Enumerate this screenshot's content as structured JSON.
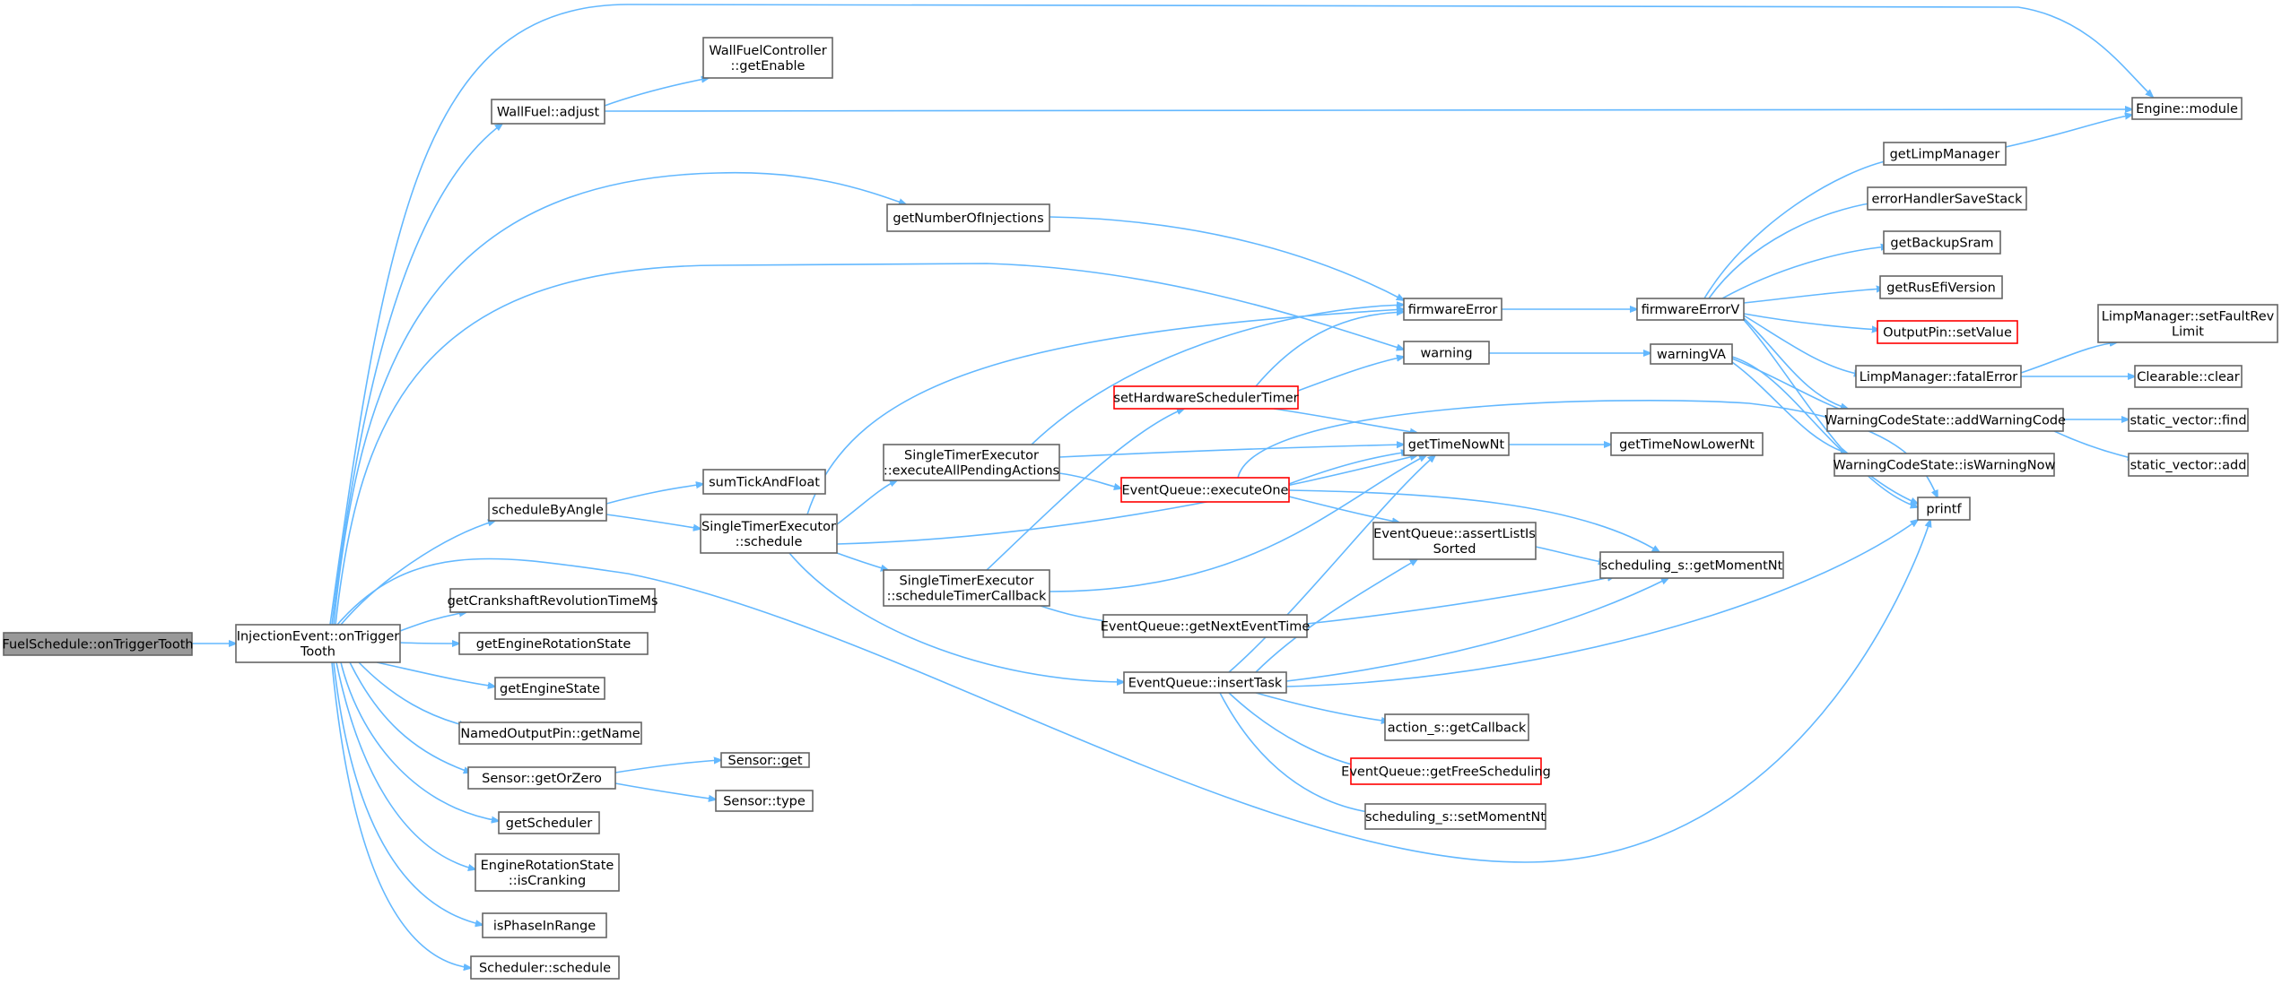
{
  "colors": {
    "edge": "#63b8ff",
    "node_border": "#666666",
    "node_border_truncated": "#ff0000",
    "root_fill": "#999999"
  },
  "nodes": [
    {
      "id": "root",
      "lines": [
        "FuelSchedule::onTriggerTooth"
      ],
      "style": "root"
    },
    {
      "id": "inj",
      "lines": [
        "InjectionEvent::onTrigger",
        "Tooth"
      ]
    },
    {
      "id": "engmod",
      "lines": [
        "Engine::module"
      ]
    },
    {
      "id": "wfadj",
      "lines": [
        "WallFuel::adjust"
      ]
    },
    {
      "id": "wfce",
      "lines": [
        "WallFuelController",
        "::getEnable"
      ]
    },
    {
      "id": "gnoi",
      "lines": [
        "getNumberOfInjections"
      ]
    },
    {
      "id": "fwerr",
      "lines": [
        "firmwareError"
      ]
    },
    {
      "id": "warning",
      "lines": [
        "warning"
      ]
    },
    {
      "id": "sba",
      "lines": [
        "scheduleByAngle"
      ]
    },
    {
      "id": "stf",
      "lines": [
        "sumTickAndFloat"
      ]
    },
    {
      "id": "stes",
      "lines": [
        "SingleTimerExecutor",
        "::schedule"
      ]
    },
    {
      "id": "steeap",
      "lines": [
        "SingleTimerExecutor",
        "::executeAllPendingActions"
      ]
    },
    {
      "id": "stestc",
      "lines": [
        "SingleTimerExecutor",
        "::scheduleTimerCallback"
      ]
    },
    {
      "id": "shst",
      "lines": [
        "setHardwareSchedulerTimer"
      ],
      "style": "red"
    },
    {
      "id": "eqeo",
      "lines": [
        "EventQueue::executeOne"
      ],
      "style": "red"
    },
    {
      "id": "gtnn",
      "lines": [
        "getTimeNowNt"
      ]
    },
    {
      "id": "gtnln",
      "lines": [
        "getTimeNowLowerNt"
      ]
    },
    {
      "id": "eqals",
      "lines": [
        "EventQueue::assertListIs",
        "Sorted"
      ]
    },
    {
      "id": "ssgm",
      "lines": [
        "scheduling_s::getMomentNt"
      ]
    },
    {
      "id": "eqgnet",
      "lines": [
        "EventQueue::getNextEventTime"
      ]
    },
    {
      "id": "eqit",
      "lines": [
        "EventQueue::insertTask"
      ]
    },
    {
      "id": "asgc",
      "lines": [
        "action_s::getCallback"
      ]
    },
    {
      "id": "eqgfs",
      "lines": [
        "EventQueue::getFreeScheduling"
      ],
      "style": "red"
    },
    {
      "id": "sssm",
      "lines": [
        "scheduling_s::setMomentNt"
      ]
    },
    {
      "id": "gcrt",
      "lines": [
        "getCrankshaftRevolutionTimeMs"
      ]
    },
    {
      "id": "gers",
      "lines": [
        "getEngineRotationState"
      ]
    },
    {
      "id": "ges",
      "lines": [
        "getEngineState"
      ]
    },
    {
      "id": "nopgn",
      "lines": [
        "NamedOutputPin::getName"
      ]
    },
    {
      "id": "sgoz",
      "lines": [
        "Sensor::getOrZero"
      ]
    },
    {
      "id": "sget",
      "lines": [
        "Sensor::get"
      ]
    },
    {
      "id": "stype",
      "lines": [
        "Sensor::type"
      ]
    },
    {
      "id": "gsch",
      "lines": [
        "getScheduler"
      ]
    },
    {
      "id": "ersic",
      "lines": [
        "EngineRotationState",
        "::isCranking"
      ]
    },
    {
      "id": "ipir",
      "lines": [
        "isPhaseInRange"
      ]
    },
    {
      "id": "ssch",
      "lines": [
        "Scheduler::schedule"
      ]
    },
    {
      "id": "fwerrv",
      "lines": [
        "firmwareErrorV"
      ]
    },
    {
      "id": "wva",
      "lines": [
        "warningVA"
      ]
    },
    {
      "id": "glm",
      "lines": [
        "getLimpManager"
      ]
    },
    {
      "id": "ehss",
      "lines": [
        "errorHandlerSaveStack"
      ]
    },
    {
      "id": "gbs",
      "lines": [
        "getBackupSram"
      ]
    },
    {
      "id": "grev",
      "lines": [
        "getRusEfiVersion"
      ]
    },
    {
      "id": "opsv",
      "lines": [
        "OutputPin::setValue"
      ],
      "style": "red"
    },
    {
      "id": "lmfe",
      "lines": [
        "LimpManager::fatalError"
      ]
    },
    {
      "id": "lmsfr",
      "lines": [
        "LimpManager::setFaultRev",
        "Limit"
      ]
    },
    {
      "id": "clr",
      "lines": [
        "Clearable::clear"
      ]
    },
    {
      "id": "wcsawc",
      "lines": [
        "WarningCodeState::addWarningCode"
      ]
    },
    {
      "id": "wcsiwn",
      "lines": [
        "WarningCodeState::isWarningNow"
      ]
    },
    {
      "id": "svf",
      "lines": [
        "static_vector::find"
      ]
    },
    {
      "id": "sva",
      "lines": [
        "static_vector::add"
      ]
    },
    {
      "id": "printf",
      "lines": [
        "printf"
      ]
    }
  ],
  "edges": [
    [
      "root",
      "inj"
    ],
    [
      "inj",
      "engmod"
    ],
    [
      "inj",
      "wfadj"
    ],
    [
      "inj",
      "gnoi"
    ],
    [
      "inj",
      "warning"
    ],
    [
      "inj",
      "sba"
    ],
    [
      "inj",
      "printf"
    ],
    [
      "inj",
      "gcrt"
    ],
    [
      "inj",
      "gers"
    ],
    [
      "inj",
      "ges"
    ],
    [
      "inj",
      "nopgn"
    ],
    [
      "inj",
      "sgoz"
    ],
    [
      "inj",
      "gsch"
    ],
    [
      "inj",
      "ersic"
    ],
    [
      "inj",
      "ipir"
    ],
    [
      "inj",
      "ssch"
    ],
    [
      "wfadj",
      "wfce"
    ],
    [
      "wfadj",
      "engmod"
    ],
    [
      "gnoi",
      "fwerr"
    ],
    [
      "sba",
      "stf"
    ],
    [
      "sba",
      "stes"
    ],
    [
      "stes",
      "fwerr"
    ],
    [
      "stes",
      "steeap"
    ],
    [
      "stes",
      "gtnn"
    ],
    [
      "stes",
      "stestc"
    ],
    [
      "stes",
      "eqit"
    ],
    [
      "steeap",
      "fwerr"
    ],
    [
      "steeap",
      "gtnn"
    ],
    [
      "steeap",
      "eqeo"
    ],
    [
      "stestc",
      "shst"
    ],
    [
      "stestc",
      "gtnn"
    ],
    [
      "stestc",
      "eqgnet"
    ],
    [
      "shst",
      "fwerr"
    ],
    [
      "shst",
      "warning"
    ],
    [
      "shst",
      "gtnn"
    ],
    [
      "eqeo",
      "printf"
    ],
    [
      "eqeo",
      "gtnn"
    ],
    [
      "eqeo",
      "eqals"
    ],
    [
      "eqeo",
      "ssgm"
    ],
    [
      "eqgnet",
      "ssgm"
    ],
    [
      "eqit",
      "gtnn"
    ],
    [
      "eqit",
      "eqals"
    ],
    [
      "eqit",
      "ssgm"
    ],
    [
      "eqit",
      "printf"
    ],
    [
      "eqit",
      "asgc"
    ],
    [
      "eqit",
      "eqgfs"
    ],
    [
      "eqit",
      "sssm"
    ],
    [
      "eqals",
      "ssgm"
    ],
    [
      "gtnn",
      "gtnln"
    ],
    [
      "sgoz",
      "sget"
    ],
    [
      "sgoz",
      "stype"
    ],
    [
      "fwerr",
      "fwerrv"
    ],
    [
      "warning",
      "wva"
    ],
    [
      "fwerrv",
      "glm"
    ],
    [
      "fwerrv",
      "ehss"
    ],
    [
      "fwerrv",
      "gbs"
    ],
    [
      "fwerrv",
      "grev"
    ],
    [
      "fwerrv",
      "opsv"
    ],
    [
      "fwerrv",
      "lmfe"
    ],
    [
      "fwerrv",
      "wcsawc"
    ],
    [
      "fwerrv",
      "printf"
    ],
    [
      "wva",
      "wcsawc"
    ],
    [
      "wva",
      "wcsiwn"
    ],
    [
      "wva",
      "printf"
    ],
    [
      "glm",
      "engmod"
    ],
    [
      "lmfe",
      "lmsfr"
    ],
    [
      "lmfe",
      "clr"
    ],
    [
      "wcsawc",
      "svf"
    ],
    [
      "wcsawc",
      "sva"
    ]
  ]
}
